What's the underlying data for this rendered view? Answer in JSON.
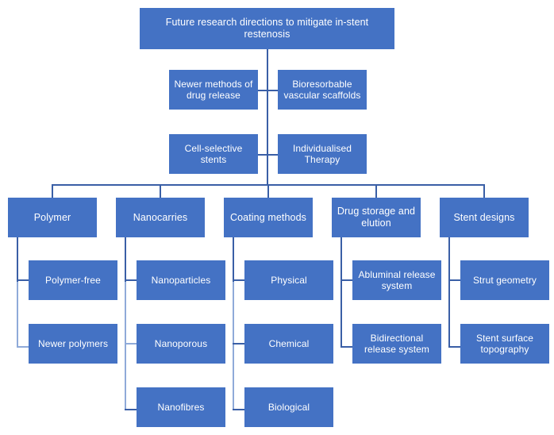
{
  "diagram": {
    "title": "Future research directions to mitigate in-stent restenosis",
    "type": "hierarchy-flowchart",
    "colors": {
      "node_fill": "#4472C4",
      "node_text": "#FFFFFF",
      "connector": "#3A5FA6",
      "connector_light": "#8FAAD9",
      "background": "#FFFFFF"
    },
    "root": {
      "label": "Future research directions to mitigate in-stent restenosis"
    },
    "side_branches": [
      {
        "label": "Newer methods of drug release"
      },
      {
        "label": "Bioresorbable vascular scaffolds"
      },
      {
        "label": "Cell-selective stents"
      },
      {
        "label": "Individualised Therapy"
      }
    ],
    "columns": [
      {
        "label": "Polymer",
        "children": [
          {
            "label": "Polymer-free"
          },
          {
            "label": "Newer polymers"
          }
        ]
      },
      {
        "label": "Nanocarries",
        "children": [
          {
            "label": "Nanoparticles"
          },
          {
            "label": "Nanoporous"
          },
          {
            "label": "Nanofibres"
          }
        ]
      },
      {
        "label": "Coating methods",
        "children": [
          {
            "label": "Physical"
          },
          {
            "label": "Chemical"
          },
          {
            "label": "Biological"
          }
        ]
      },
      {
        "label": "Drug storage and elution",
        "children": [
          {
            "label": "Abluminal release system"
          },
          {
            "label": "Bidirectional release system"
          }
        ]
      },
      {
        "label": "Stent designs",
        "children": [
          {
            "label": "Strut geometry"
          },
          {
            "label": "Stent surface topography"
          }
        ]
      }
    ]
  }
}
